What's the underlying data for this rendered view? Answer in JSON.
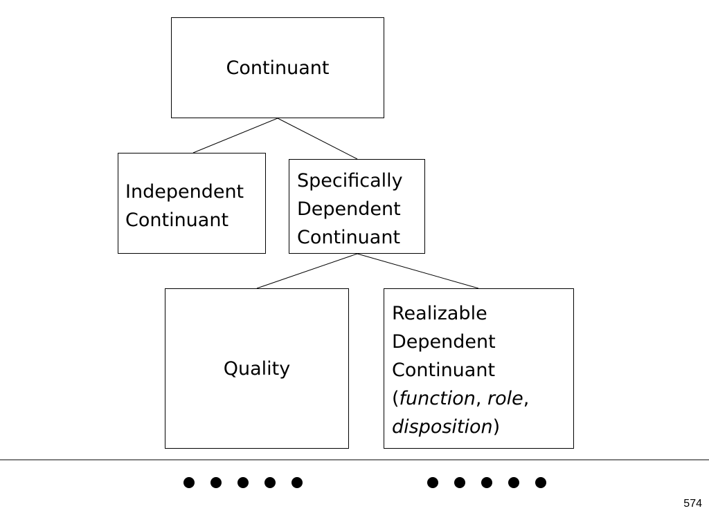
{
  "diagram": {
    "root": {
      "label": "Continuant"
    },
    "independent": {
      "line1": "Independent",
      "line2": "Continuant"
    },
    "specifically_dependent": {
      "line1": "Specifically",
      "line2": "Dependent",
      "line3": "Continuant"
    },
    "quality": {
      "label": "Quality"
    },
    "realizable": {
      "line1": "Realizable",
      "line2": "Dependent",
      "line3": "Continuant",
      "open_paren": "(",
      "function": "function",
      "comma1": ",",
      "role": "role",
      "comma2": ",",
      "disposition": "disposition",
      "close_paren": ")"
    }
  },
  "footer": {
    "page_number": "574"
  }
}
